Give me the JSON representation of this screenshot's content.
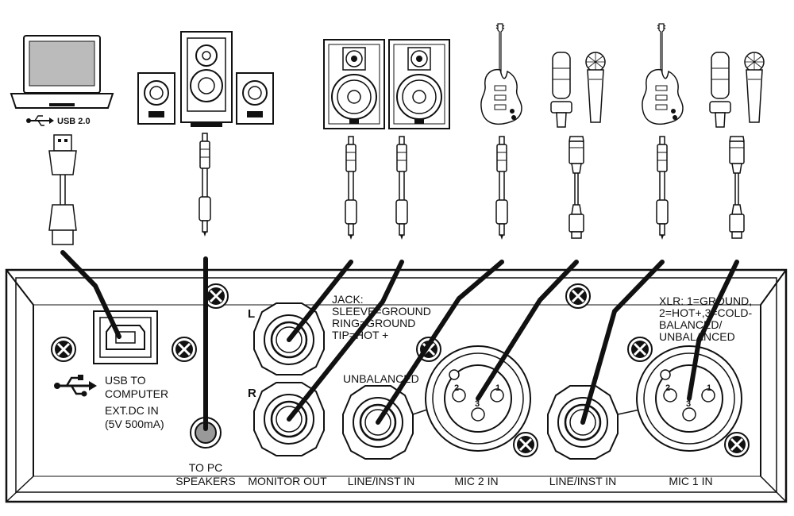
{
  "devices": {
    "usb_label": "USB 2.0"
  },
  "panel": {
    "usb_to_computer": [
      "USB TO",
      "COMPUTER"
    ],
    "ext_dc": [
      "EXT.DC IN",
      "(5V 500mA)"
    ],
    "to_pc_speakers": [
      "TO PC",
      "SPEAKERS"
    ],
    "monitor_out": "MONITOR OUT",
    "left": "L",
    "right": "R",
    "jack_note": [
      "JACK:",
      "SLEEVE=GROUND",
      "RING=GROUND",
      "TIP=HOT +"
    ],
    "unbalanced": "UNBALANCED",
    "line_inst_2": "LINE/INST IN",
    "mic_2": "MIC 2 IN",
    "line_inst_1": "LINE/INST IN",
    "mic_1": "MIC 1 IN",
    "xlr_note": [
      "XLR: 1=GROUND,",
      "2=HOT+,3=COLD-",
      "BALANCED/",
      "UNBALANCED"
    ],
    "xlr_pins": [
      "1",
      "2",
      "3"
    ]
  }
}
